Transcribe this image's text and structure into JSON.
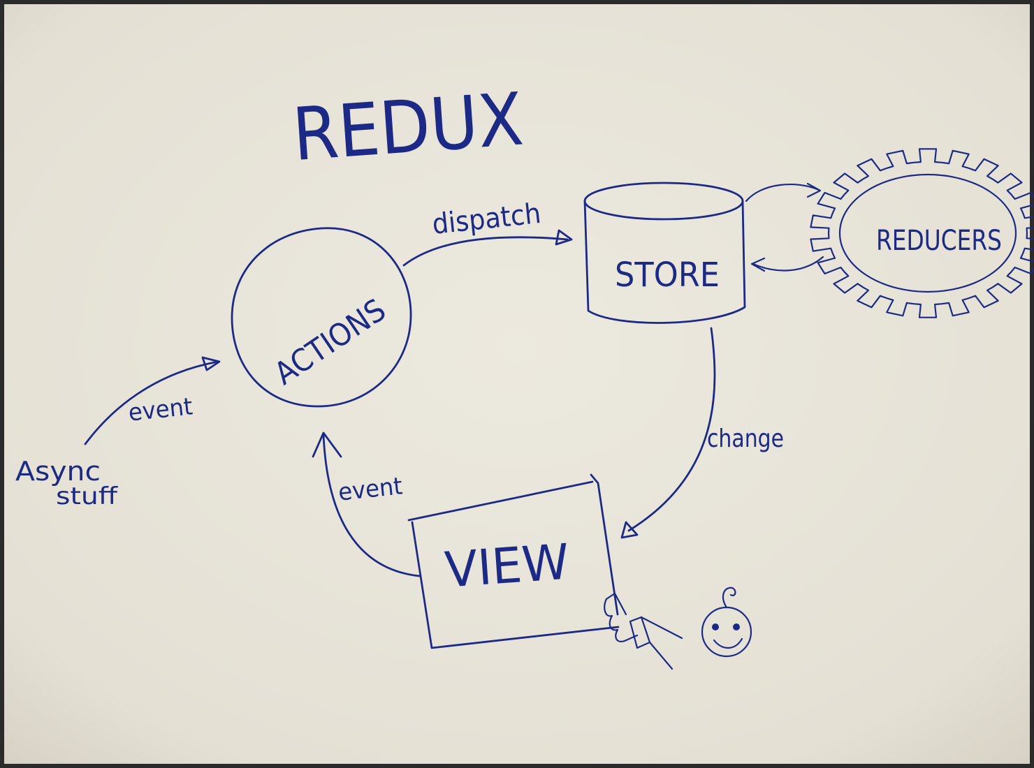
{
  "diagram": {
    "title": "REDUX",
    "nodes": {
      "actions": "ACTIONS",
      "store": "STORE",
      "reducers": "REDUCERS",
      "view": "VIEW",
      "async": [
        "Async",
        "stuff"
      ]
    },
    "edges": {
      "dispatch": "dispatch",
      "change": "change",
      "view_event": "event",
      "async_event": "event"
    }
  },
  "colors": {
    "paper": "#e8e4da",
    "ink": "#1c2a86",
    "frame": "#2b2b2b"
  }
}
